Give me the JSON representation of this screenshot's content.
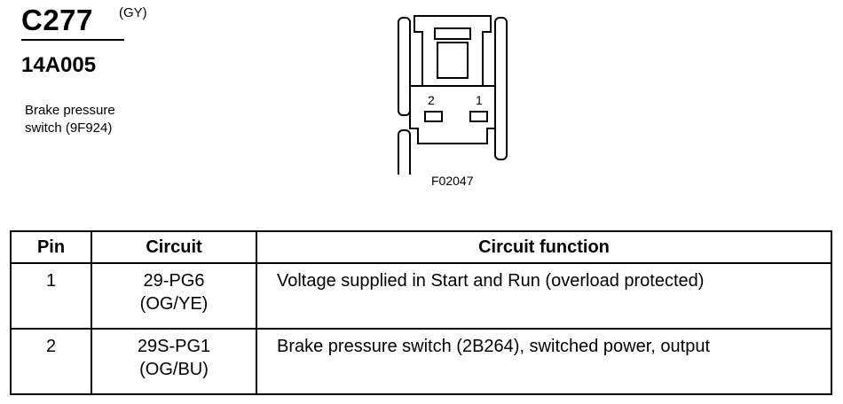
{
  "connector": {
    "id": "C277",
    "color_code": "(GY)",
    "part_number": "14A005",
    "description_line1": "Brake pressure",
    "description_line2": "switch (9F924)",
    "figure_id": "F02047",
    "pin_labels": [
      "2",
      "1"
    ]
  },
  "table": {
    "headers": {
      "pin": "Pin",
      "circuit": "Circuit",
      "function": "Circuit function"
    },
    "rows": [
      {
        "pin": "1",
        "circuit": "29-PG6",
        "wire_color": "(OG/YE)",
        "function": "Voltage supplied in Start and Run (overload protected)"
      },
      {
        "pin": "2",
        "circuit": "29S-PG1",
        "wire_color": "(OG/BU)",
        "function": "Brake pressure switch (2B264), switched power, output"
      }
    ]
  }
}
